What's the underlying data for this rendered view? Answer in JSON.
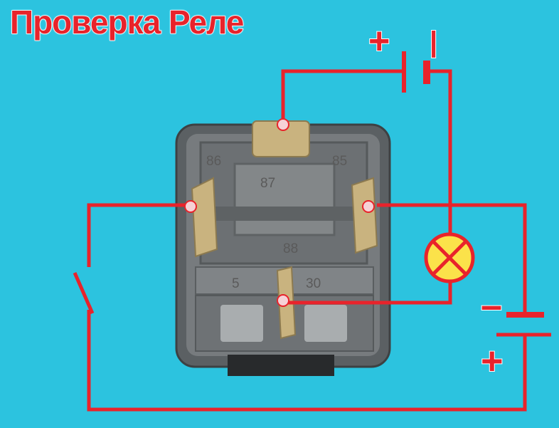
{
  "title": "Проверка Реле",
  "relay": {
    "pins": {
      "p86": "86",
      "p85": "85",
      "p87": "87",
      "p88": "88",
      "p5": "5",
      "p30": "30"
    }
  },
  "coil_source": {
    "plus": "+",
    "minus": "|"
  },
  "load_source": {
    "plus": "+",
    "minus": "–"
  },
  "colors": {
    "background": "#2cc3df",
    "wire": "#e8232b",
    "relay_body": "#6f7376",
    "lamp": "#fbe24a"
  }
}
